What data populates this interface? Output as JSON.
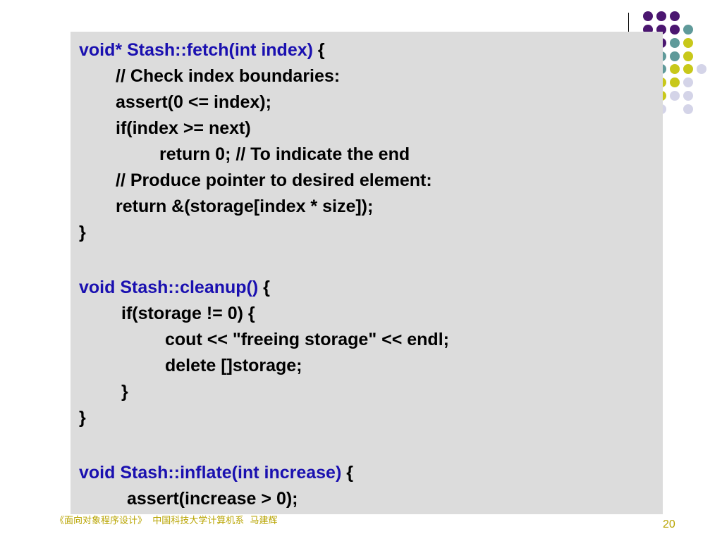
{
  "slide": {
    "colors": {
      "code_background": "#dcdcdc",
      "signature_blue": "#1a10b0",
      "footer_gold": "#b8a400",
      "dot_purple": "#4b1670",
      "dot_teal": "#5f9a9a",
      "dot_yellow": "#c8c81a",
      "dot_lavender": "#d4d4e8"
    },
    "code": {
      "fetch_sig": "void* Stash::fetch(int index)",
      "fetch_open": " {",
      "fetch_l1": "// Check index boundaries:",
      "fetch_l2": "assert(0 <= index);",
      "fetch_l3": "if(index >= next)",
      "fetch_l4": "return 0; // To indicate the end",
      "fetch_l5": "// Produce pointer to desired element:",
      "fetch_l6": "return &(storage[index * size]);",
      "fetch_close": "}",
      "cleanup_sig": "void Stash::cleanup()",
      "cleanup_open": " {",
      "cleanup_l1": "if(storage != 0) {",
      "cleanup_l2": "cout << \"freeing storage\" << endl;",
      "cleanup_l3": "delete []storage;",
      "cleanup_l4": "}",
      "cleanup_close": "}",
      "inflate_sig": "void Stash::inflate(int increase)",
      "inflate_open": " {",
      "inflate_l1": "assert(increase > 0);"
    },
    "footer": "《面向对象程序设计》  中国科技大学计算机系  马建辉",
    "page_number": "20"
  }
}
